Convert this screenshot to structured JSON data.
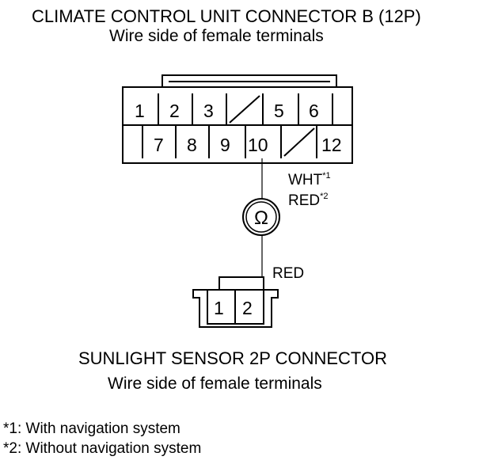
{
  "connector_b": {
    "title": "CLIMATE CONTROL UNIT CONNECTOR B (12P)",
    "subtitle": "Wire side of female terminals",
    "row_top": [
      "1",
      "2",
      "3",
      "",
      "5",
      "6",
      ""
    ],
    "row_bottom": [
      "",
      "7",
      "8",
      "9",
      "10",
      "",
      "12"
    ]
  },
  "wire_upper": {
    "color1": "WHT",
    "mark1": "*1",
    "color2": "RED",
    "mark2": "*2"
  },
  "meter_symbol": "Ω",
  "wire_lower": {
    "color": "RED"
  },
  "sensor": {
    "title": "SUNLIGHT SENSOR 2P CONNECTOR",
    "subtitle": "Wire side of female terminals",
    "pins": [
      "1",
      "2"
    ]
  },
  "notes": [
    "*1: With navigation system",
    "*2: Without navigation system"
  ]
}
